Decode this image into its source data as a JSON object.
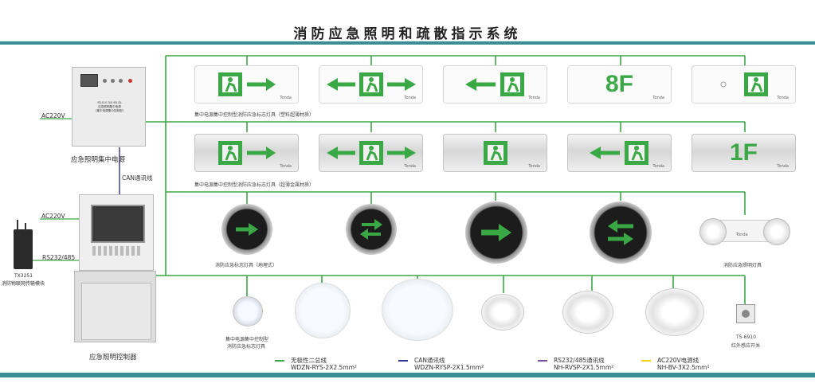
{
  "title": "消防应急照明和疏散指示系统",
  "colors": {
    "accent_bar": "#3a8f96",
    "green_wire": "#3aa845",
    "navy_wire": "#2f3590",
    "purple_wire": "#7a4c9c",
    "yellow_wire": "#f2d21b",
    "sign_green": "#3aa845"
  },
  "power_unit": {
    "name": "应急照明集中电源",
    "input": "AC220V",
    "plate_lines": [
      "YD-D-0.3/0.65-DL",
      "应急照明集中电源",
      "(集中电源集中控制型)"
    ]
  },
  "can_label": "CAN通讯线",
  "controller": {
    "name": "应急照明控制器",
    "input": "AC220V",
    "bus": "RS232/485"
  },
  "module": {
    "model": "TX3251",
    "name": "消防物联网传输模块"
  },
  "signs_row1": {
    "caption": "集中电源集中控制型消防应急标志灯具（塑料超薄材质）",
    "items": [
      {
        "text": "",
        "icon": "exit-right-icon"
      },
      {
        "text": "",
        "icon": "exit-both-icon"
      },
      {
        "text": "",
        "icon": "exit-left-icon"
      },
      {
        "text": "8F",
        "icon": "floor-icon"
      },
      {
        "text": "",
        "icon": "exit-door-icon"
      }
    ]
  },
  "signs_row2": {
    "caption": "集中电源集中控制型消防应急标志灯具（超薄金属材质）",
    "items": [
      {
        "text": "",
        "icon": "exit-right-icon"
      },
      {
        "text": "",
        "icon": "exit-both-icon"
      },
      {
        "text": "",
        "icon": "exit-door-icon"
      },
      {
        "text": "",
        "icon": "exit-left-icon"
      },
      {
        "text": "1F",
        "icon": "floor-icon"
      }
    ]
  },
  "row3": {
    "caption_left": "消防应急标志灯具（地埋式）",
    "caption_right": "消防应急照明灯具"
  },
  "brand": "Tonda",
  "row4": {
    "left_caption_1": "集中电源集中控制型",
    "left_caption_2": "消防应急标志灯具",
    "sensor_model": "TS-6910",
    "sensor_name": "红外感应开关"
  },
  "legend": [
    {
      "name": "无极性二总线",
      "spec": "WDZN-RYS-2X2.5mm²",
      "color": "#3aa845"
    },
    {
      "name": "CAN通讯线",
      "spec": "WDZN-RYSP-2X1.5mm²",
      "color": "#2f3590"
    },
    {
      "name": "RS232/485通讯线",
      "spec": "NH-RVSP-2X1.5mm²",
      "color": "#7a4c9c"
    },
    {
      "name": "AC220V电源线",
      "spec": "NH-BV-3X2.5mm²",
      "color": "#f2d21b"
    }
  ]
}
